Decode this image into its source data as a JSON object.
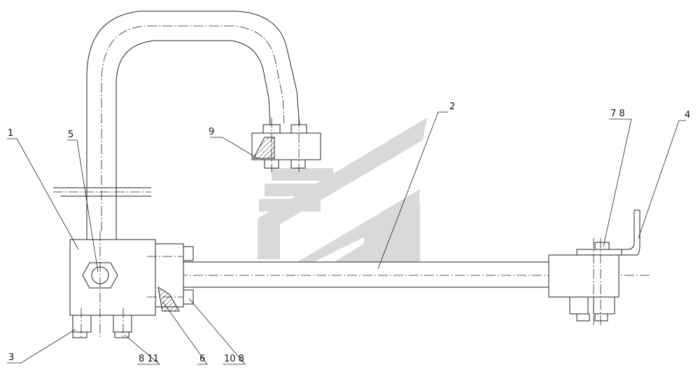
{
  "labels": {
    "l1": "1",
    "l2": "2",
    "l3": "3",
    "l4": "4",
    "l5": "5",
    "l6": "6",
    "l7_8": "7 8",
    "l8_11": "8 11",
    "l9": "9",
    "l10_8": "10 8"
  },
  "colors": {
    "line": "#222222",
    "watermark": "#d9d9d9"
  }
}
